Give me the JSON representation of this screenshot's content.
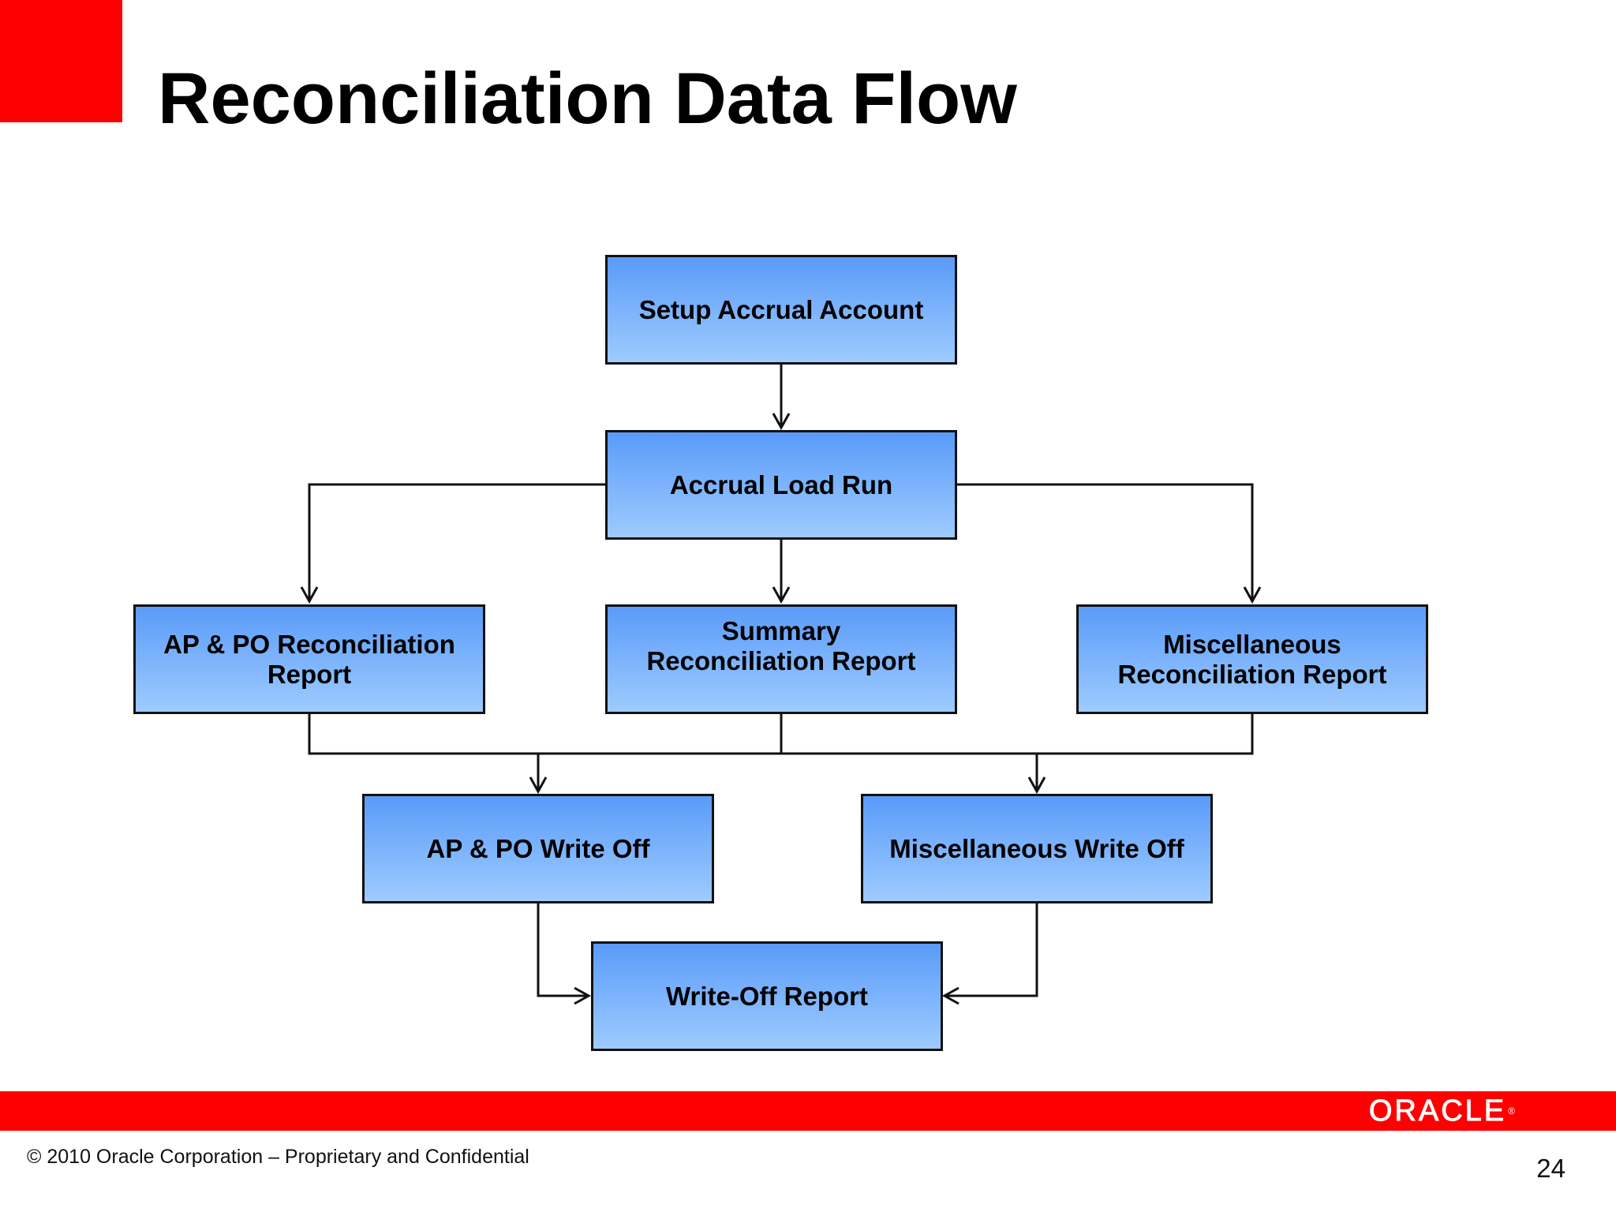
{
  "slide": {
    "title": "Reconciliation Data Flow",
    "brand_color": "#ff0000"
  },
  "diagram": {
    "nodes": [
      {
        "id": "setup",
        "lines": [
          "Setup Accrual Account"
        ]
      },
      {
        "id": "load",
        "lines": [
          "Accrual Load Run"
        ]
      },
      {
        "id": "appo-recon",
        "lines": [
          "AP & PO Reconciliation",
          "Report"
        ]
      },
      {
        "id": "summary-recon",
        "lines": [
          "Summary",
          "Reconciliation Report"
        ]
      },
      {
        "id": "misc-recon",
        "lines": [
          "Miscellaneous",
          "Reconciliation Report"
        ]
      },
      {
        "id": "appo-writeoff",
        "lines": [
          "AP & PO Write Off"
        ]
      },
      {
        "id": "misc-writeoff",
        "lines": [
          "Miscellaneous Write Off"
        ]
      },
      {
        "id": "writeoff-report",
        "lines": [
          "Write-Off Report"
        ]
      }
    ],
    "edges": [
      {
        "from": "setup",
        "to": "load"
      },
      {
        "from": "load",
        "to": "appo-recon"
      },
      {
        "from": "load",
        "to": "summary-recon"
      },
      {
        "from": "load",
        "to": "misc-recon"
      },
      {
        "from": "appo-recon",
        "to": "appo-writeoff"
      },
      {
        "from": "summary-recon",
        "to": "appo-writeoff"
      },
      {
        "from": "misc-recon",
        "to": "appo-writeoff"
      },
      {
        "from": "appo-recon",
        "to": "misc-writeoff"
      },
      {
        "from": "summary-recon",
        "to": "misc-writeoff"
      },
      {
        "from": "misc-recon",
        "to": "misc-writeoff"
      },
      {
        "from": "appo-writeoff",
        "to": "writeoff-report"
      },
      {
        "from": "misc-writeoff",
        "to": "writeoff-report"
      }
    ],
    "node_color": "#5a9bf8"
  },
  "footer": {
    "logo_text": "ORACLE",
    "logo_mark": "®",
    "copyright": "© 2010 Oracle Corporation – Proprietary and Confidential",
    "page_number": "24"
  }
}
